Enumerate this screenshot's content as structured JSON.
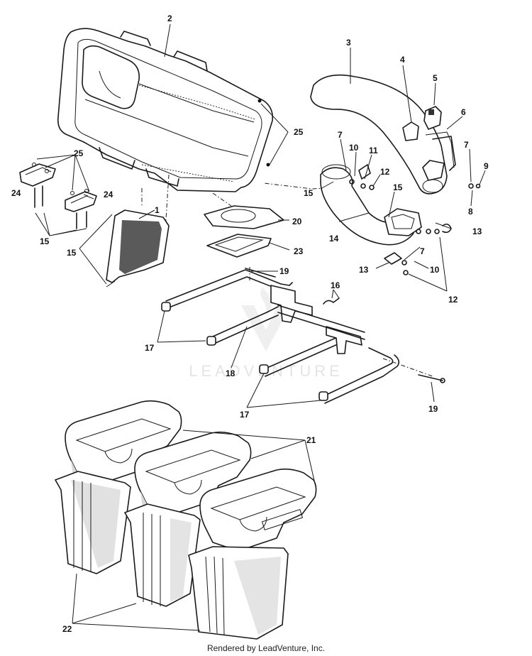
{
  "watermark": {
    "text": "LEADVENTURE"
  },
  "footer": {
    "text": "Rendered by LeadVenture, Inc."
  },
  "callouts": {
    "c1": "1",
    "c2": "2",
    "c3": "3",
    "c4": "4",
    "c5": "5",
    "c6": "6",
    "c7a": "7",
    "c7b": "7",
    "c7c": "7",
    "c8": "8",
    "c9": "9",
    "c10a": "10",
    "c10b": "10",
    "c11": "11",
    "c12a": "12",
    "c12b": "12",
    "c13a": "13",
    "c13b": "13",
    "c14": "14",
    "c15a": "15",
    "c15b": "15",
    "c15c": "15",
    "c15d": "15",
    "c16": "16",
    "c17a": "17",
    "c17b": "17",
    "c18": "18",
    "c19a": "19",
    "c19b": "19",
    "c20": "20",
    "c21": "21",
    "c22": "22",
    "c23": "23",
    "c24a": "24",
    "c24b": "24",
    "c25a": "25",
    "c25b": "25"
  }
}
